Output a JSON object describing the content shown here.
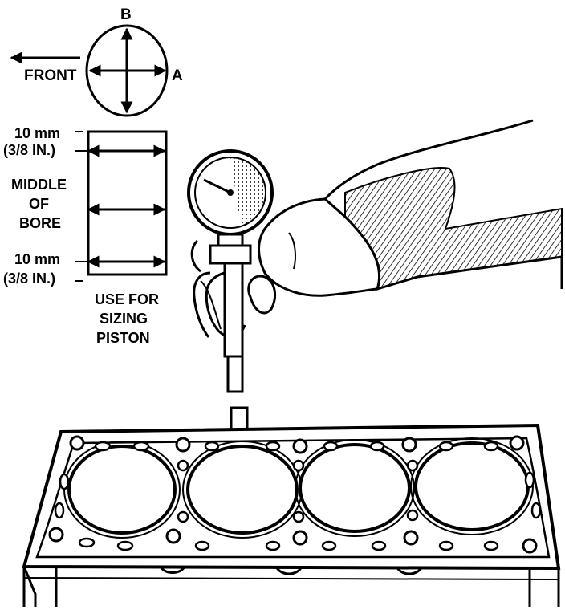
{
  "diagram": {
    "ink_color": "#000000",
    "background_color": "#ffffff",
    "orientation": {
      "front_label": "FRONT",
      "axis_b_label": "B",
      "axis_a_label": "A"
    },
    "bore_measurement": {
      "top_offset_mm": "10 mm",
      "top_offset_in": "(3/8 IN.)",
      "middle_line1": "MIDDLE",
      "middle_line2": "OF",
      "middle_line3": "BORE",
      "bottom_offset_mm": "10 mm",
      "bottom_offset_in": "(3/8 IN.)",
      "note_line1": "USE FOR",
      "note_line2": "SIZING",
      "note_line3": "PISTON"
    },
    "icons": [
      "dial-bore-gauge-icon",
      "hand-icon",
      "cylinder-block-icon"
    ]
  }
}
